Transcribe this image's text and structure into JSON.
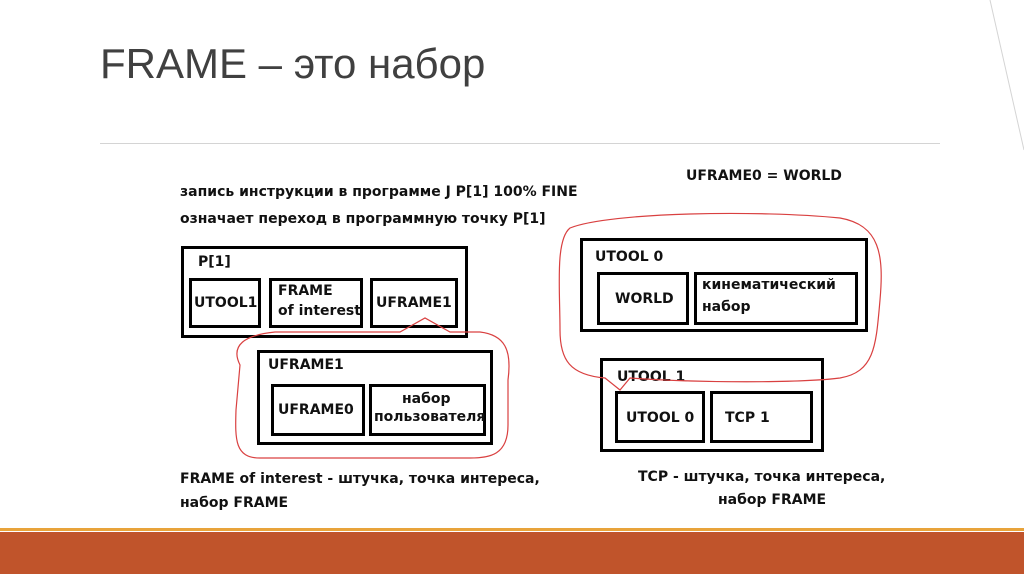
{
  "slide": {
    "title": "FRAME – это набор"
  },
  "diagram": {
    "text_line1": "запись инструкции в программе  J P[1] 100% FINE",
    "text_line2": "означает переход в программную точку P[1]",
    "uframe0_world": "UFRAME0  =  WORLD",
    "p1_box": {
      "label": "P[1]",
      "utool1": "UTOOL1",
      "frame_line1": "FRAME",
      "frame_line2": "of interest",
      "uframe1": "UFRAME1"
    },
    "uframe1_box": {
      "label": "UFRAME1",
      "uframe0": "UFRAME0",
      "set_line1": "набор",
      "set_line2": "пользователя"
    },
    "utool0_box": {
      "label": "UTOOL 0",
      "world": "WORLD",
      "kin_line1": "кинематический",
      "kin_line2": "набор"
    },
    "utool1_box": {
      "label": "UTOOL 1",
      "utool0": "UTOOL 0",
      "tcp1": "TCP 1"
    },
    "caption_left_line1": "FRAME of interest - штучка, точка интереса,",
    "caption_left_line2": "набор FRAME",
    "caption_right_line1": "TCP - штучка, точка интереса,",
    "caption_right_line2": "набор  FRAME"
  },
  "colors": {
    "footer": "#c0542b",
    "footer_accent": "#e8a33a",
    "ellipse": "#d94040"
  }
}
